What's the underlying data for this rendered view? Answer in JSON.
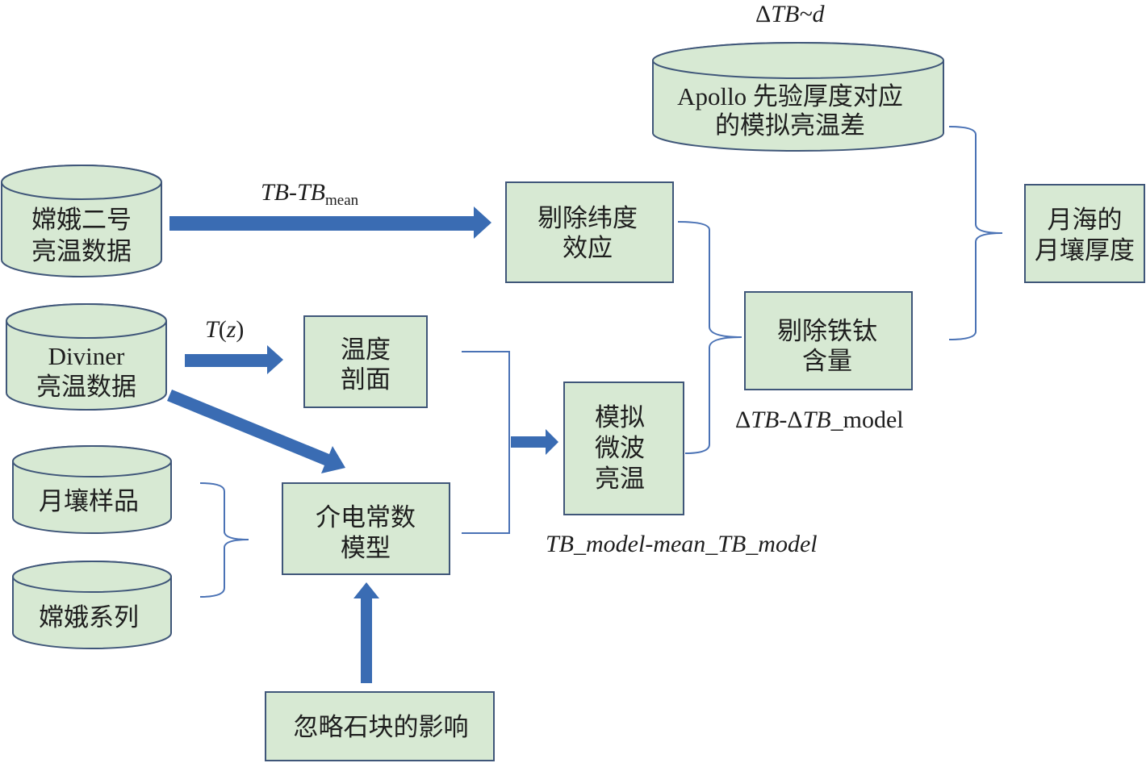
{
  "nodes": {
    "change_data": {
      "line1": "嫦娥二号",
      "line2": "亮温数据"
    },
    "diviner_data": {
      "line1": "Diviner",
      "line2": "亮温数据"
    },
    "lunar_samples": {
      "line1": "月壤样品"
    },
    "change_series": {
      "line1": "嫦娥系列"
    },
    "apollo": {
      "line1": "Apollo 先验厚度对应",
      "line2": "的模拟亮温差"
    },
    "remove_latitude": {
      "line1": "剔除纬度",
      "line2": "效应"
    },
    "temperature_profile": {
      "line1": "温度",
      "line2": "剖面"
    },
    "dielectric_model": {
      "line1": "介电常数",
      "line2": "模型"
    },
    "ignore_rocks": {
      "line1": "忽略石块的影响"
    },
    "simulate_tb": {
      "line1": "模拟",
      "line2": "微波",
      "line3": "亮温"
    },
    "remove_feti": {
      "line1": "剔除铁钛",
      "line2": "含量"
    },
    "mare_thickness": {
      "line1": "月海的",
      "line2": "月壤厚度"
    }
  },
  "labels": {
    "tb_minus_mean": {
      "main": "TB-TB",
      "sub": "mean"
    },
    "tz": {
      "t": "T",
      "open": "(",
      "z": "z",
      "close": ")"
    },
    "dtb_d": {
      "delta": "Δ",
      "tb": "TB",
      "tilde_d": "~d"
    },
    "dtb_model": {
      "delta1": "Δ",
      "tb1": "TB",
      "dash": "-Δ",
      "tb2": "TB",
      "suffix": "_model"
    },
    "tb_model_mean": "TB_model-mean_TB_model"
  },
  "colors": {
    "node_fill": "#d7e9d3",
    "node_stroke": "#3f5679",
    "arrow": "#3a6cb3",
    "bracket": "#4a72b5"
  }
}
